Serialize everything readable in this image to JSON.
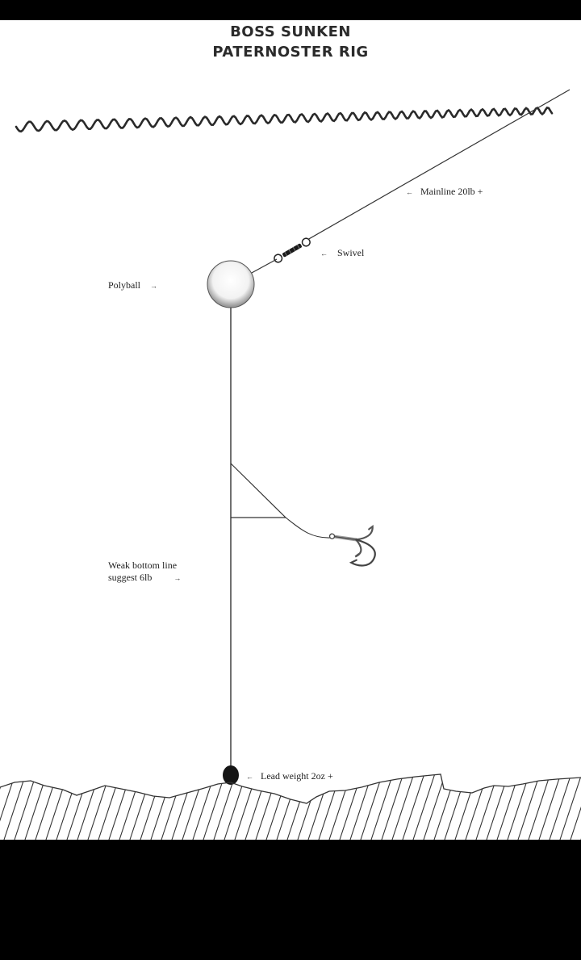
{
  "title": {
    "line1": "BOSS SUNKEN",
    "line2": "PATERNOSTER RIG"
  },
  "labels": {
    "mainline": "Mainline 20lb +",
    "swivel": "Swivel",
    "polyball": "Polyball",
    "weak_line_1": "Weak bottom line",
    "weak_line_2": "suggest 6lb",
    "lead_weight": "Lead weight 2oz +"
  },
  "arrows": {
    "left": "←",
    "right": "→"
  },
  "colors": {
    "line": "#2a2a2a",
    "background": "#ffffff",
    "frame": "#000000"
  }
}
